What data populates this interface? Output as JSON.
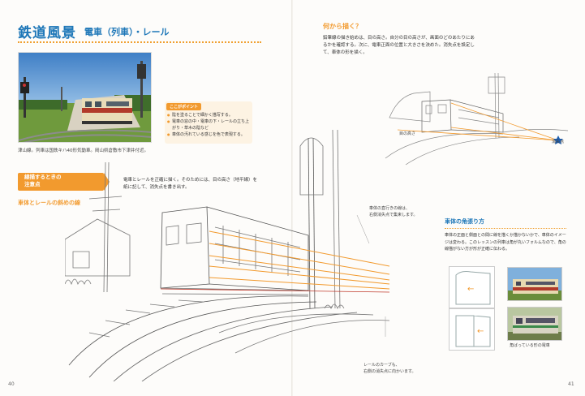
{
  "left_page": {
    "title": "鉄道風景",
    "subtitle": "電車（列車）・レール",
    "photo_caption": "津山線。列車は国鉄キハ40形気動車。岡山県倉敷市下津井付近。",
    "point": {
      "badge": "ここがポイント",
      "items": [
        "陰を塗ることで細かく描写する。",
        "電車の窓の中・電車の下・レールの立ち上がり・草木の陰など",
        "車体の汚れている感じを色で表現する。"
      ]
    },
    "section": {
      "badge_line1": "線描するときの",
      "badge_line2": "注意点",
      "intro": "電車とレールを正確に描く。そのためには、目の高さ（地平線）を紙に記して、消失点を書き出す。",
      "sub_heading": "車体とレールの斜めの線"
    },
    "annotations": {
      "vanishing_note_1": "車体の直行きの線は、",
      "vanishing_note_2": "右側消失点で集束します。",
      "rail_note_1": "レールのカーブも、",
      "rail_note_2": "右側の消失点に向かいます。"
    },
    "page_number": "40"
  },
  "right_page": {
    "question_heading": "何から描く？",
    "question_text": "鉛筆線の描き始めは、目の高さ。自分の目の高さが、画面のどのあたりにあるかを確認する。次に、電車正面の位置と大きさを決めた。消失点を設定して、車体の形を描く。",
    "eye_level_label": "目の高さ",
    "vanishing_label": "消失点",
    "corner": {
      "heading": "車体の角張り方",
      "text": "車体の正面と側面との間に線を描くか描かないかで、車体のイメージは変わる。このレッスンの列車は角が丸いフォルムなので、角の線描がない方が形が正確に伝わる。",
      "thumb_caption": "角ばっている形の電車"
    },
    "page_number": "41"
  },
  "colors": {
    "title_blue": "#1e77b8",
    "accent_orange": "#f29a2e",
    "vanishing_star": "#1e5fb0"
  }
}
